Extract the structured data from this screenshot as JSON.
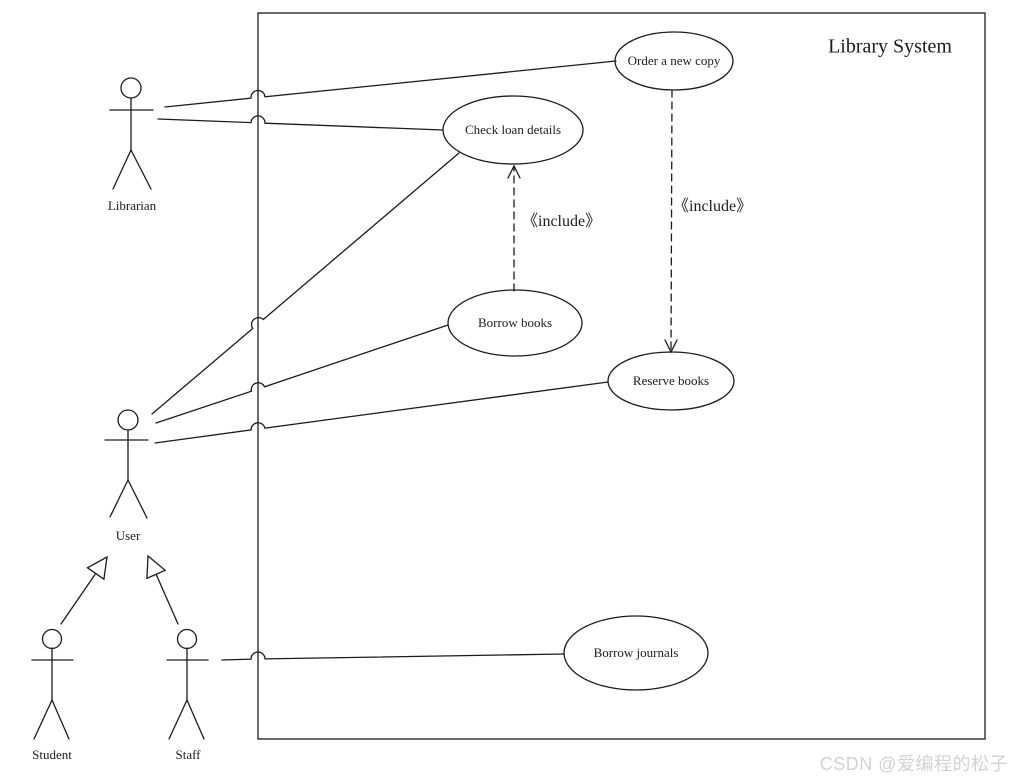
{
  "diagram": {
    "system": {
      "title": "Library System"
    },
    "actors": [
      {
        "label": "Librarian"
      },
      {
        "label": "User"
      },
      {
        "label": "Student"
      },
      {
        "label": "Staff"
      }
    ],
    "use_cases": [
      {
        "label": "Order a new copy"
      },
      {
        "label": "Check loan details"
      },
      {
        "label": "Borrow books"
      },
      {
        "label": "Reserve books"
      },
      {
        "label": "Borrow journals"
      }
    ],
    "includes": [
      {
        "label": "《include》",
        "from": "Borrow books",
        "to": "Check loan details"
      },
      {
        "label": "《include》",
        "from": "Order a new copy",
        "to": "Reserve books"
      }
    ],
    "generalizations": [
      {
        "from": "Student",
        "to": "User"
      },
      {
        "from": "Staff",
        "to": "User"
      }
    ],
    "associations": [
      {
        "from": "Librarian",
        "to": "Order a new copy"
      },
      {
        "from": "Librarian",
        "to": "Check loan details"
      },
      {
        "from": "User",
        "to": "Check loan details"
      },
      {
        "from": "User",
        "to": "Borrow books"
      },
      {
        "from": "User",
        "to": "Reserve books"
      },
      {
        "from": "Staff",
        "to": "Borrow journals"
      }
    ]
  },
  "watermark": {
    "text": "CSDN @爱编程的松子"
  },
  "colors": {
    "line": "#1c1c1c",
    "watermark": "#d2d2d2",
    "background": "#ffffff"
  }
}
